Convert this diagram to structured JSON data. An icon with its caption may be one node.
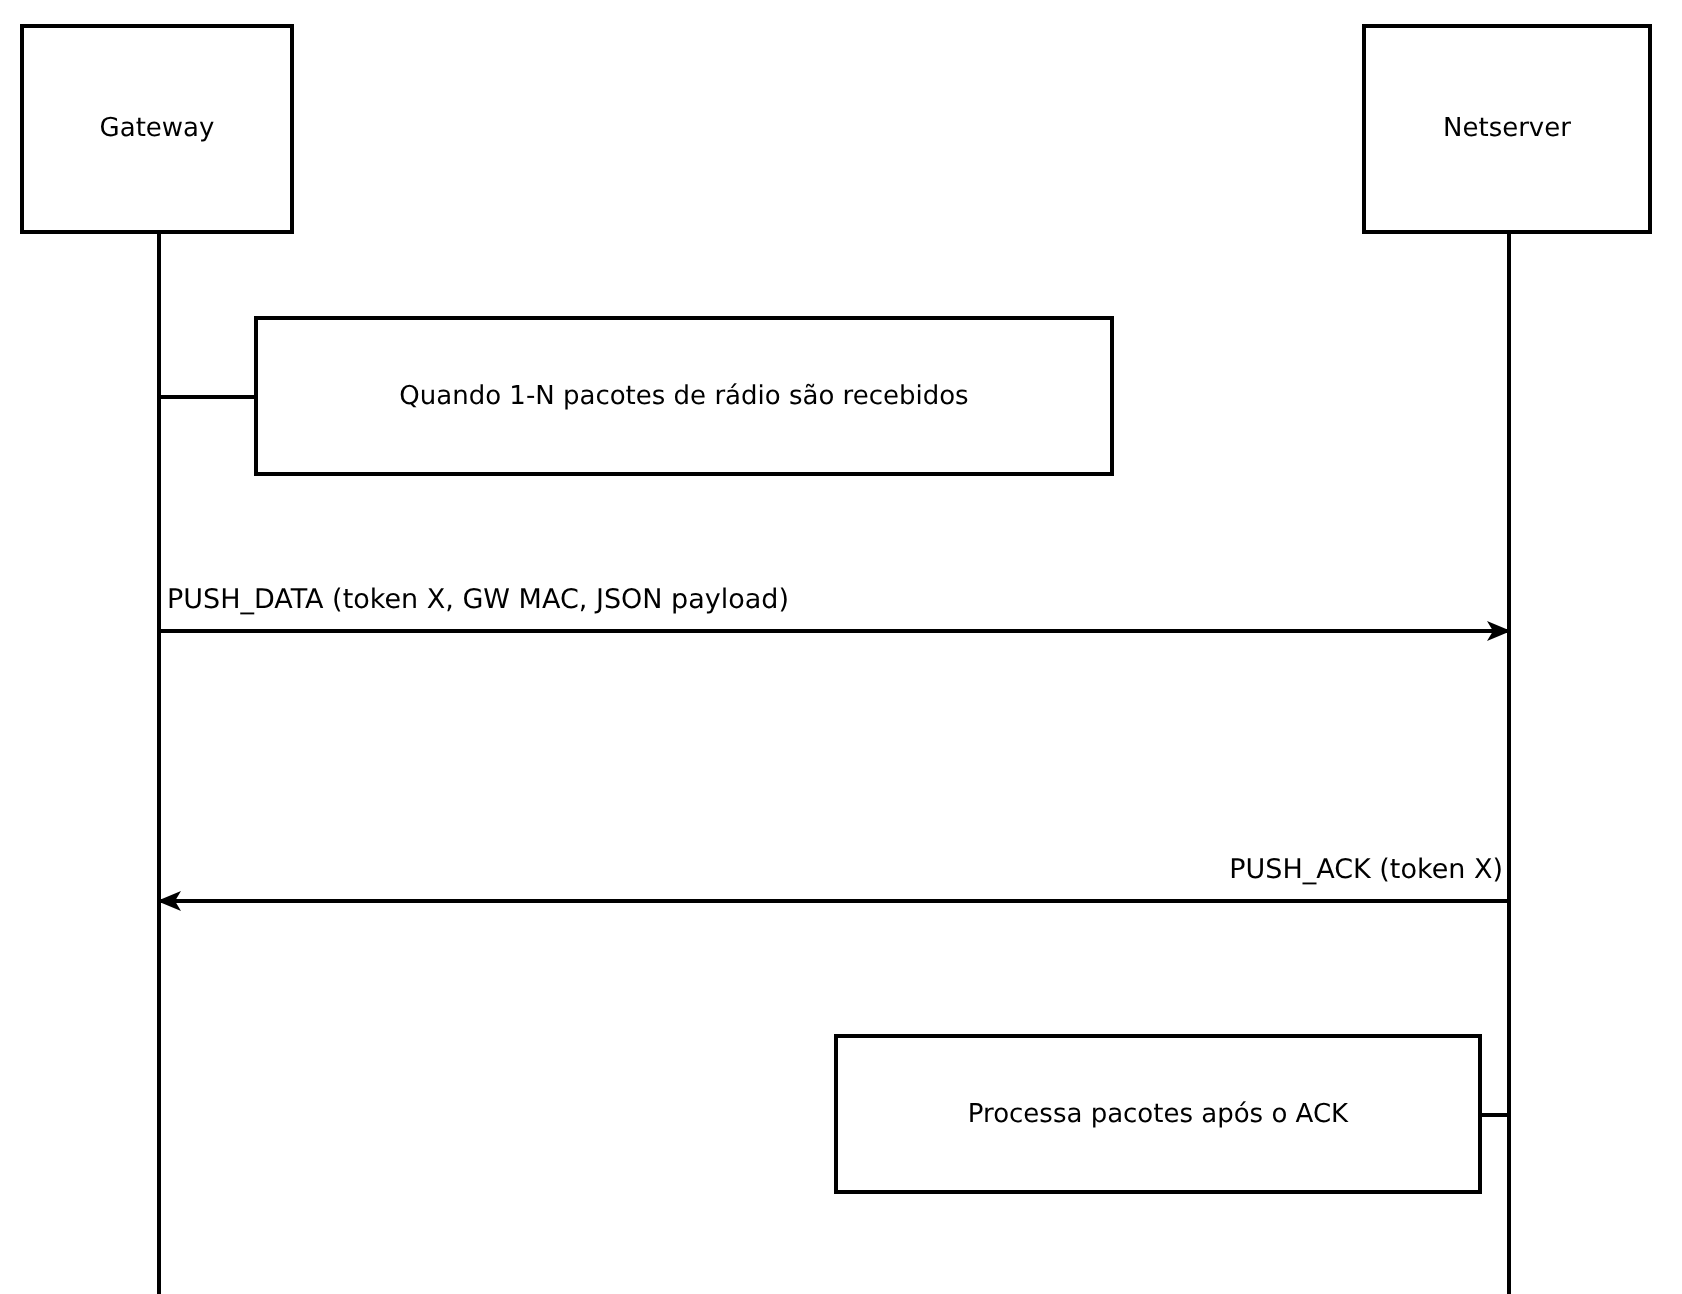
{
  "diagram": {
    "nodes": [
      {
        "text": [
          "Gateway"
        ]
      },
      {
        "text": [
          "Netserver"
        ]
      },
      {
        "text": [
          "Quando 1-N pacotes de rádio são recebidos"
        ]
      },
      {
        "text": [
          "Processa pacotes após o ACK"
        ]
      }
    ],
    "edges": [
      {
        "from": 0,
        "to": 2,
        "arrow": "none"
      },
      {
        "from": 0,
        "to": 1,
        "arrow": "to",
        "label": "PUSH_DATA (token X, GW MAC, JSON payload)"
      },
      {
        "from": 1,
        "to": 0,
        "arrow": "to",
        "label": "PUSH_ACK (token X)"
      },
      {
        "from": 3,
        "to": 1,
        "arrow": "none"
      }
    ]
  }
}
